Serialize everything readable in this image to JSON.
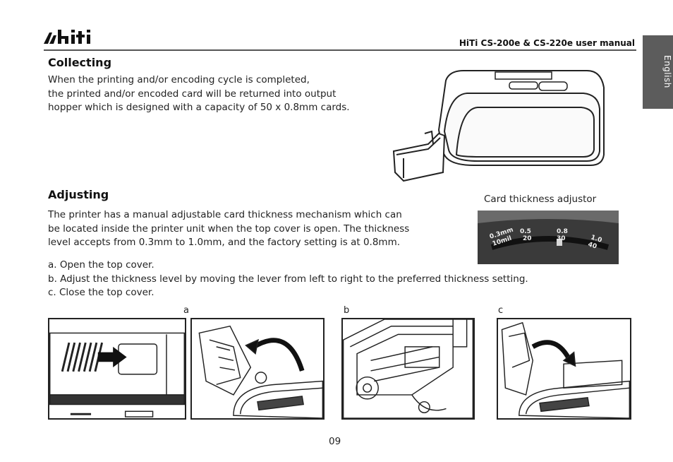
{
  "header": {
    "logo_text": "hiti",
    "manual_title": "HiTi CS-200e & CS-220e user manual",
    "language_tab": "English"
  },
  "collecting": {
    "heading": "Collecting",
    "lines": [
      "When the printing and/or encoding cycle is completed,",
      "the printed and/or encoded card will be returned into output",
      "hopper which is designed with a capacity of 50 x 0.8mm cards."
    ]
  },
  "adjusting": {
    "heading": "Adjusting",
    "lines": [
      "The printer has a manual adjustable card thickness mechanism which can",
      "be located inside the printer unit when the top cover is open. The thickness",
      "level accepts from 0.3mm to 1.0mm, and the factory setting is at 0.8mm."
    ],
    "steps": [
      "a. Open the top cover.",
      "b. Adjust the thickness level by moving the lever from left to right to the preferred thickness setting.",
      "c. Close the top cover."
    ],
    "adjustor_caption": "Card thickness adjustor",
    "adjustor_scale": [
      {
        "mm": "0.3mm",
        "mil": "10mil"
      },
      {
        "mm": "0.5",
        "mil": "20"
      },
      {
        "mm": "0.8",
        "mil": "30"
      },
      {
        "mm": "1.0",
        "mil": "40"
      }
    ]
  },
  "figure_labels": {
    "a": "a",
    "b": "b",
    "c": "c"
  },
  "page_number": "09"
}
